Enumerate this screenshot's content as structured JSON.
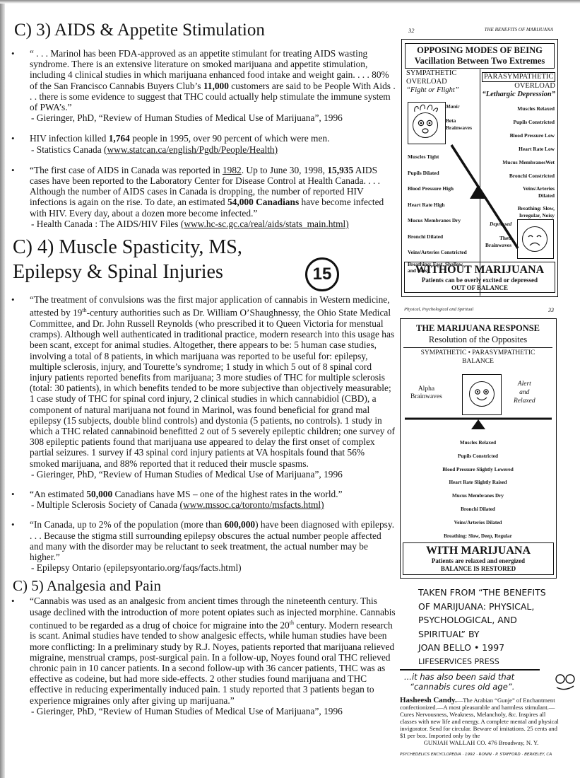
{
  "left": {
    "section1": {
      "title": "C) 3) AIDS & Appetite Stimulation",
      "items": [
        {
          "t1": "“ . . . Marinol has been FDA-approved as an appetite stimulant for treating AIDS wasting syndrome. There is an extensive literature on smoked marijuana and appetite stimulation, including 4 clinical studies in which marijuana enhanced food intake and weight gain. . . . 80% of the San Francisco Cannabis Buyers Club’s ",
          "b1": "11,000",
          "t2": " customers are said to be People With Aids . . . there is some evidence to suggest that THC could actually help stimulate the immune system of PWA’s.”",
          "source": "- Gieringer, PhD, “Review of Human Studies of Medical Use of Marijuana”, 1996"
        },
        {
          "t1": "HIV infection killed ",
          "b1": "1,764",
          "t2": " people in 1995, over 90 percent of which were men.",
          "source": "- Statistics Canada ",
          "link": "(www.statcan.ca/english/Pgdb/People/Health)"
        },
        {
          "t1": "“The first case of AIDS in Canada was reported in ",
          "u1": "1982",
          "t2": ". Up to June 30, 1998, ",
          "b1": "15,935",
          "t3": " AIDS cases have been reported to the Laboratory Center for Disease Control at Health Canada. . . . Although the number of AIDS cases in Canada is dropping, the number of reported HIV infections is again on the rise. To date, an estimated ",
          "b2": "54,000 Canadians",
          "t4": " have become infected with HIV. Every day, about a dozen more become infected.”",
          "source": "- Health Canada : The AIDS/HIV Files ",
          "link": "(www.hc-sc.gc.ca/real/aids/stats_main.html)"
        }
      ]
    },
    "section2": {
      "title_line1": "C) 4) Muscle Spasticity, MS,",
      "title_line2": "Epilepsy & Spinal Injuries",
      "badge": "15",
      "items": [
        {
          "t1": "“The treatment of convulsions was the first major application of cannabis in Western medicine, attested by 19",
          "sup": "th",
          "t2": "-century authorities such as Dr. William O’Shaughnessy, the Ohio State Medical Committee, and Dr. John Russell Reynolds (who prescribed it to Queen Victoria for menstual cramps). Although well authenticated in traditional practice, modern research into this usage has been scant, except for animal studies. Altogether, there appears to be: 5 human case studies, involving a total of 8 patients, in which marijuana was reported to be useful for: epilepsy, multiple sclerosis, injury, and Tourette’s syndrome; 1 study in which 5 out of 8 spinal cord injury patients reported benefits from marijuana; 3 more studies of THC for multiple sclerosis (total: 30 patients), in which benefits tended to be more subjective than objectively measurable; 1 case study of THC for spinal cord injury, 2 clinical studies in which cannabidiol (CBD), a component of natural marijuana not found in Marinol, was found beneficial for grand mal epilepsy (15 subjects, double blind controls) and dystonia (5 patients, no controls). 1 study in which a THC related cannabinoid benefitted 2 out of 5 severely epileptic children; one survey of 308 epileptic patients found that marijuana use appeared to delay the first onset of complex partial seizures. 1 survey if 43 spinal cord injury patients at VA hospitals found that 56% smoked marijuana, and 88% reported that it reduced their muscle spasms.",
          "source": "- Gieringer, PhD, “Review of Human Studies of Medical Use of Marijuana”, 1996"
        },
        {
          "t1": "“An estimated ",
          "b1": "50,000",
          "t2": " Canadians have MS – one of the highest rates in the world.”",
          "source": "- Multiple Sclerosis Society of Canada ",
          "link": "(www.mssoc.ca/toronto/msfacts.html)"
        },
        {
          "t1": "“In Canada, up to 2% of the population (more than ",
          "b1": "600,000",
          "t2": ") have been diagnosed with epilepsy. . . . Because the stigma still surrounding epilepsy obscures the actual number people affected and many with the disorder may be reluctant to seek treatment, the actual number may be higher.”",
          "source": "- Epilepsy Ontario (epilepsyontario.org/faqs/facts.html)"
        }
      ]
    },
    "section3": {
      "title": "C) 5) Analgesia and Pain",
      "items": [
        {
          "t1": "“Cannabis was used as an analgesic from ancient times through the nineteenth century. This usage declined with the introduction of more potent opiates such as injected morphine. Cannabis continued to be regarded as a drug of choice for migraine into the 20",
          "sup": "th",
          "t2": " century. Modern research is scant. Animal studies have tended to show analgesic effects, while human studies have been more conflicting: In a preliminary study by R.J. Noyes, patients reported that marijuana relieved migraine, menstrual cramps, post-surgical pain. In a follow-up, Noyes found oral THC relieved chronic pain in 10 cancer patients. In a second follow-up with 36 cancer patients, THC was as effective as codeine, but had more side-effects. 2 other studies found marijuana and THC effective in reducing experimentally induced pain. 1 study reported that 3 patients began to experience migraines only after giving up marijuana.”",
          "source": "- Gieringer, PhD, “Review of Human Studies of Medical Use of Marijuana”, 1996"
        }
      ]
    }
  },
  "right": {
    "page32": {
      "num": "32",
      "header": "THE BENEFITS OF MARIJUANA"
    },
    "box1": {
      "title1": "OPPOSING MODES OF BEING",
      "title2": "Vacillation Between Two Extremes",
      "symp": "SYMPATHETIC",
      "symp2": "OVERLOAD",
      "symp3": "“Fight or Flight”",
      "para": "PARASYMPATHETIC",
      "para2": "OVERLOAD",
      "para3": "“Lethargic Depression”",
      "manic": "Manic",
      "beta": "Beta",
      "betaw": "Brainwaves",
      "left_items": [
        "Muscles Tight",
        "Pupils Dilated",
        "Blood Pressure High",
        "Heart Rate High",
        "Mucus Membranes Dry",
        "Bronchi Dilated",
        "Veins/Arteries Constricted",
        "Breathing: Fast, Shallow",
        "and Noisy"
      ],
      "right_items": [
        "Muscles Relaxed",
        "Pupils Constricted",
        "Blood Pressure Low",
        "Heart Rate Low",
        "Mucus MembranesWet",
        "Bronchi Constricted",
        "Veins/Arteries",
        "Dilated",
        "Breathing: Slow,",
        "Irregular, Noisy"
      ],
      "depressed": "Depressed",
      "theta": "Theta",
      "thetaw": "Brainwaves",
      "bottom1": "WITHOUT MARIJUANA",
      "bottom2": "Patients can be overly excited or depressed",
      "bottom3": "OUT OF BALANCE"
    },
    "page33": {
      "header": "Physical, Psychological and Spiritual",
      "num": "33"
    },
    "box2": {
      "title1": "THE MARIJUANA RESPONSE",
      "title2": "Resolution of the Opposites",
      "balance1": "SYMPATHETIC • PARASYMPATHETIC",
      "balance2": "BALANCE",
      "alpha": "Alpha",
      "alphaw": "Brainwaves",
      "alert": "Alert",
      "and": "and",
      "relaxed": "Relaxed",
      "items": [
        "Muscles Relaxed",
        "Pupils Constricted",
        "Blood Pressure Slightly Lowered",
        "Heart Rate Slightly Raised",
        "Mucus Membranes Dry",
        "Bronchi Dilated",
        "Veins/Arteries Dilated",
        "Breathing: Slow, Deep, Regular"
      ],
      "bottom1": "WITH MARIJUANA",
      "bottom2": "Patients are relaxed and energized",
      "bottom3": "BALANCE IS RESTORED"
    },
    "handwritten": {
      "l1": "TAKEN FROM “THE BENEFITS",
      "l2": "OF MARIJUANA: PHYSICAL,",
      "l3": "PSYCHOLOGICAL, AND",
      "l4": "SPIRITUAL” BY",
      "l5": "JOAN BELLO • 1997",
      "l6": "LIFESERVICES PRESS",
      "l7": "...it has also been said that",
      "l8": "“cannabis cures old age”."
    },
    "ad": {
      "title": "Hasheesh Candy.",
      "text": "—The Arabian “Gunje” of Enchantment confectionized.—A most pleasurable and harmless stimulant.—Cures Nervousness, Weakness, Melancholy, &c. Inspires all classes with new life and energy. A complete mental and physical invigorator. Send for circular. Beware of imitations. 25 cents and $1 per box. Imported only by the",
      "company": "GUNJAH WALLAH CO. 476 Broadway, N. Y.",
      "credit": "PSYCHEDELICS ENCYCLOPEDIA · 1992 · RONIN · P. STAFFORD · BERKELEY, CA"
    }
  }
}
